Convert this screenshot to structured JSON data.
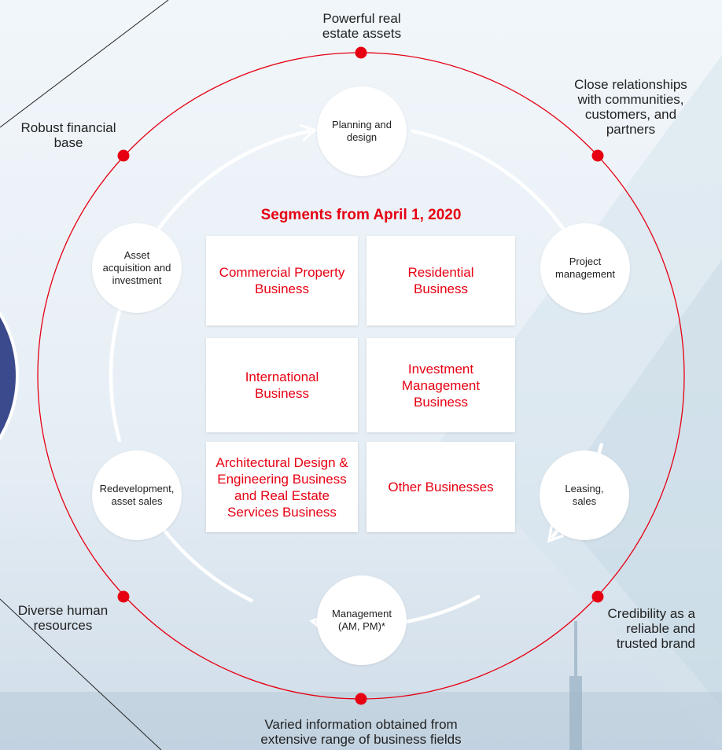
{
  "assets": {
    "top": "Powerful real estate assets",
    "top_right": "Close relationships with communities, customers, and partners",
    "top_left": "Robust financial base",
    "bottom_left": "Diverse human resources",
    "bottom_right": "Credibility as a reliable and trusted brand",
    "bottom": "Varied information obtained from extensive range of business fields"
  },
  "cycle": {
    "planning": "Planning and design",
    "project_management": "Project management",
    "leasing": "Leasing, sales",
    "management": "Management (AM, PM)*",
    "redevelopment": "Redevelopment, asset sales",
    "acquisition": "Asset acquisition and investment"
  },
  "segments": {
    "title": "Segments from April 1, 2020",
    "items": [
      "Commercial Property Business",
      "Residential Business",
      "International Business",
      "Investment Management Business",
      "Architectural Design & Engineering Business and Real Estate Services Business",
      "Other Businesses"
    ]
  },
  "colors": {
    "accent_red": "#e60012",
    "navy": "#3a4a8c",
    "background": "#eef4f9"
  }
}
